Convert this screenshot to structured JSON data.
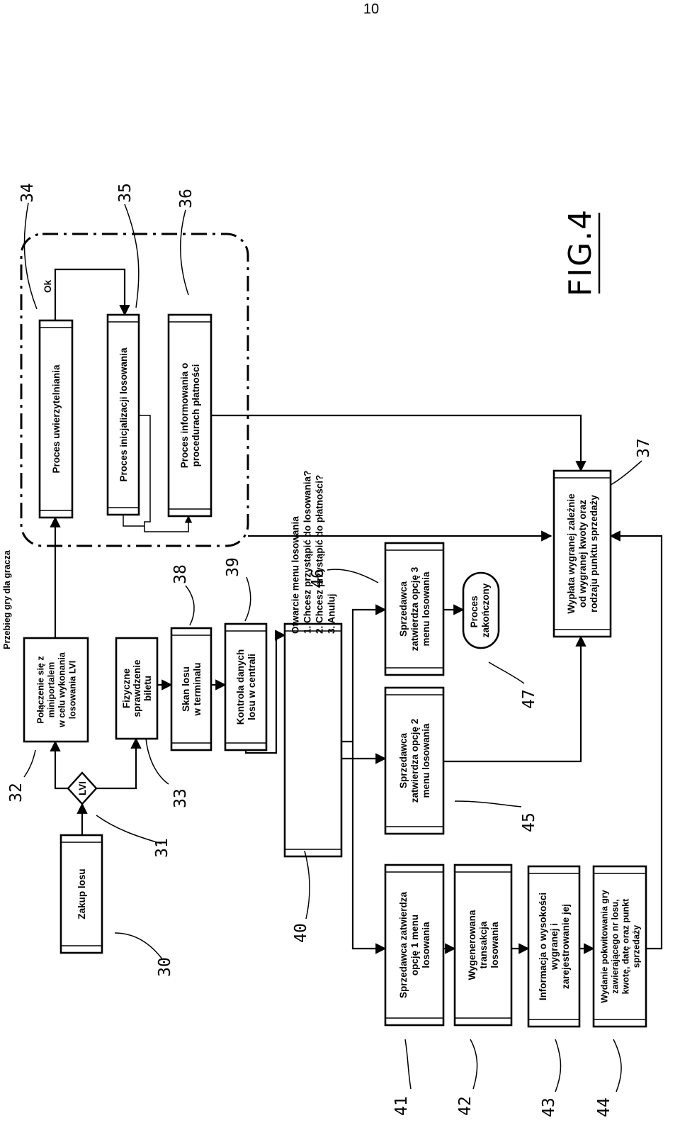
{
  "page_number": "10",
  "figure_label": "FIG.4",
  "header": "Przebieg gry dla gracza",
  "nodes": {
    "n30": [
      "Zakup losu"
    ],
    "n31": [
      "LVI"
    ],
    "n32": [
      "Połączenie się z",
      "miniportalem",
      "w celu wykonania",
      "losowania LVI"
    ],
    "n33": [
      "Fizyczne",
      "sprawdzenie",
      "biletu"
    ],
    "n34": [
      "Proces uwierzytelniania"
    ],
    "n35": [
      "Proces inicjalizacji losowania"
    ],
    "n36": [
      "Proces informowania o",
      "procedurach płatności"
    ],
    "n37": [
      "Wypłata wygranej zależnie",
      "od wygranej kwoty oraz",
      "rodzaju punktu sprzedaży"
    ],
    "n38": [
      "Skan losu",
      "w terminalu"
    ],
    "n39": [
      "Kontrola danych",
      "losu w centrali"
    ],
    "n40": [
      "Otwarcie menu losowania",
      "1. Chcesz przystąpić do losowania?",
      "2. Chcesz przystąpić do płatności?",
      "3. Anuluj"
    ],
    "n41": [
      "Sprzedawca zatwierdza",
      "opcję 1 menu",
      "losowania"
    ],
    "n42": [
      "Wygenerowana",
      "transakcja",
      "losowania"
    ],
    "n43": [
      "Informacja o wysokości",
      "wygranej i",
      "zarejestrowanie jej"
    ],
    "n44": [
      "Wydanie pokwitowania gry",
      "zawierającego nr losu,",
      "kwotę, datę oraz punkt",
      "sprzedaży"
    ],
    "n45": [
      "Sprzedawca",
      "zatwierdza opcję 2",
      "menu losowania"
    ],
    "n46": [
      "Sprzedawca",
      "zatwierdza opcję 3",
      "menu losowania"
    ],
    "n47": [
      "Proces",
      "zakończony"
    ]
  },
  "edge_labels": {
    "ok": "Ok"
  },
  "refs": {
    "r30": "30",
    "r31": "31",
    "r32": "32",
    "r33": "33",
    "r34": "34",
    "r35": "35",
    "r36": "36",
    "r37": "37",
    "r38": "38",
    "r39": "39",
    "r40": "40",
    "r41": "41",
    "r42": "42",
    "r43": "43",
    "r44": "44",
    "r45": "45",
    "r46": "46",
    "r47": "47"
  }
}
